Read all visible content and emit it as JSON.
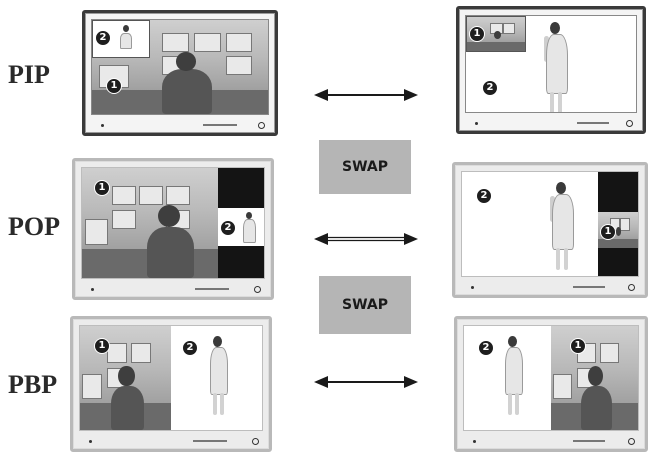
{
  "rows": [
    {
      "label": "PIP"
    },
    {
      "label": "POP"
    },
    {
      "label": "PBP"
    }
  ],
  "swap_buttons": [
    {
      "label": "SWAP"
    },
    {
      "label": "SWAP"
    }
  ],
  "badges": {
    "one": "1",
    "two": "2"
  },
  "icons": {
    "arrow": "double-headed-arrow-icon",
    "badge": "numbered-circle-icon"
  },
  "colors": {
    "swap_bg": "#b5b5b5",
    "badge_bg": "#1e1e1e"
  }
}
